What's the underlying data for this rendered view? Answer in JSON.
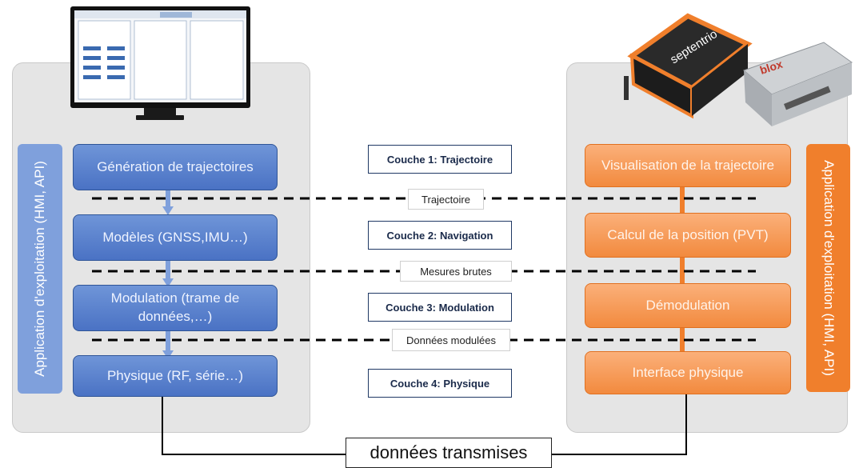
{
  "left_stack": {
    "boxes": [
      "Génération de trajectoires",
      "Modèles (GNSS,IMU…)",
      "Modulation (trame de données,…)",
      "Physique (RF, série…)"
    ],
    "side_label": "Application d'exploitation (HMI, API)"
  },
  "layers": [
    "Couche 1: Trajectoire",
    "Couche 2: Navigation",
    "Couche 3: Modulation",
    "Couche 4: Physique"
  ],
  "links": [
    "Trajectoire",
    "Mesures brutes",
    "Données modulées"
  ],
  "right_stack": {
    "boxes": [
      "Visualisation de la trajectoire",
      "Calcul de la position (PVT)",
      "Démodulation",
      "Interface physique"
    ],
    "side_label": "Application d'exploitation (HMI, API)"
  },
  "bottom_label": "données transmises",
  "devices": {
    "receiver1_brand": "septentrio",
    "receiver2_brand": "blox"
  },
  "colors": {
    "blue_box": "#4a72c4",
    "orange_box": "#f28a3e",
    "panel": "#e5e5e5"
  }
}
